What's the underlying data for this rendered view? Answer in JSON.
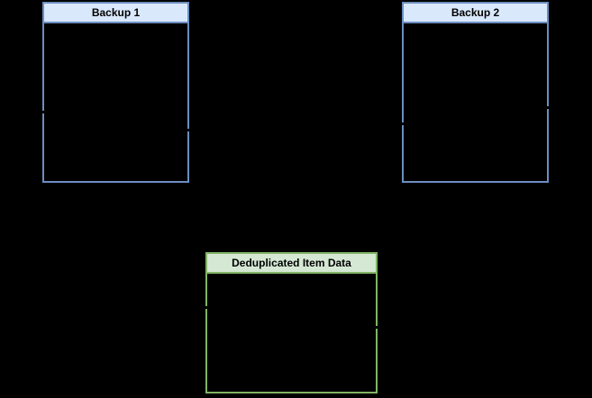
{
  "diagram": {
    "background_color": "#000000",
    "connector_color": "#000000",
    "boxes": [
      {
        "id": "backup1",
        "label": "Backup 1",
        "header_fill": "#dae8fc",
        "stroke": "#6c8ebf",
        "body_fill": "transparent"
      },
      {
        "id": "backup2",
        "label": "Backup 2",
        "header_fill": "#dae8fc",
        "stroke": "#6c8ebf",
        "body_fill": "transparent"
      },
      {
        "id": "dedup",
        "label": "Deduplicated Item Data",
        "header_fill": "#d5e8d4",
        "stroke": "#82b366",
        "body_fill": "transparent"
      }
    ],
    "connector_endpoints": [
      {
        "box": "backup1",
        "side": "left"
      },
      {
        "box": "backup1",
        "side": "right"
      },
      {
        "box": "backup2",
        "side": "left"
      },
      {
        "box": "backup2",
        "side": "right"
      },
      {
        "box": "dedup",
        "side": "left"
      },
      {
        "box": "dedup",
        "side": "right"
      }
    ]
  }
}
